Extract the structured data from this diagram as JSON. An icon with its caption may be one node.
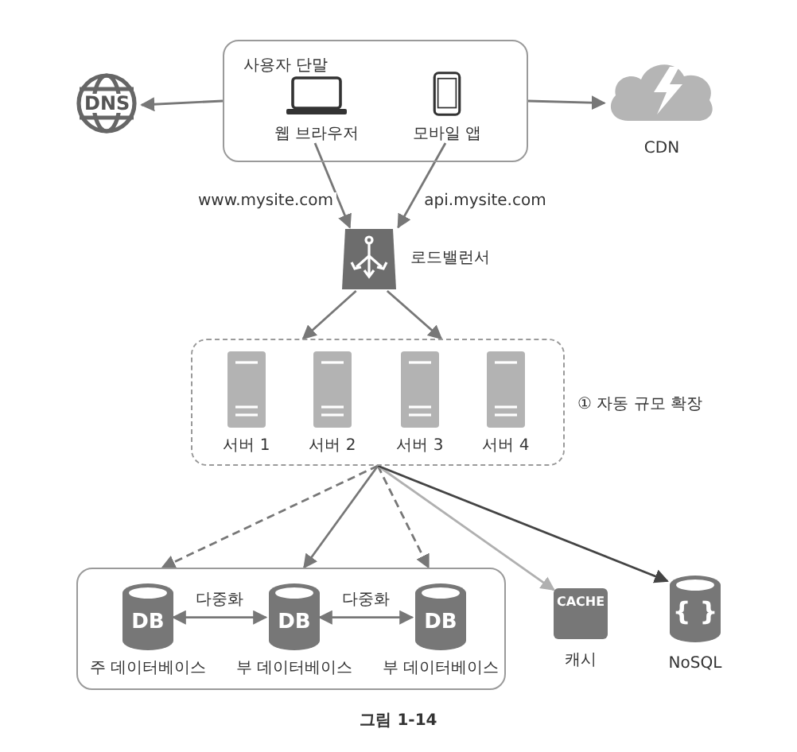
{
  "diagram": {
    "caption": "그림 1-14",
    "nodes": [
      {
        "text": [
          "사용자 단말"
        ]
      },
      {
        "text": [
          "웹 브라우저"
        ],
        "in": 0
      },
      {
        "text": [
          "모바일 앱"
        ],
        "in": 0
      },
      {
        "text": [
          "DNS"
        ]
      },
      {
        "text": [
          "CDN"
        ]
      },
      {
        "text": [
          "로드밸런서"
        ]
      },
      {
        "text": [],
        "shape": "box",
        "beside": [
          "① 자동 규모 확장"
        ]
      },
      {
        "text": [
          "서버 1"
        ],
        "in": 6
      },
      {
        "text": [
          "서버 2"
        ],
        "in": 6
      },
      {
        "text": [
          "서버 3"
        ],
        "in": 6
      },
      {
        "text": [
          "서버 4"
        ],
        "in": 6
      },
      {
        "text": [],
        "shape": "box"
      },
      {
        "text": [
          "DB",
          "주 데이터베이스"
        ],
        "in": 11
      },
      {
        "text": [
          "DB",
          "부 데이터베이스"
        ],
        "in": 11
      },
      {
        "text": [
          "DB",
          "부 데이터베이스"
        ],
        "in": 11
      },
      {
        "text": [
          "CACHE",
          "캐시"
        ]
      },
      {
        "text": [
          "{ }",
          "NoSQL"
        ]
      }
    ],
    "edges": [
      {
        "from": 0,
        "to": 3,
        "arrow": "to"
      },
      {
        "from": 0,
        "to": 4,
        "arrow": "to"
      },
      {
        "from": 1,
        "to": 5,
        "arrow": "to",
        "label": "www.mysite.com"
      },
      {
        "from": 2,
        "to": 5,
        "arrow": "to",
        "label": "api.mysite.com"
      },
      {
        "from": 5,
        "to": 6,
        "arrow": "to"
      },
      {
        "from": 5,
        "to": 6,
        "arrow": "to"
      },
      {
        "from": 6,
        "to": 11,
        "arrow": "to",
        "style": "dashed"
      },
      {
        "from": 6,
        "to": 11,
        "arrow": "to"
      },
      {
        "from": 6,
        "to": 11,
        "arrow": "to",
        "style": "dashed"
      },
      {
        "from": 6,
        "to": 15,
        "arrow": "to",
        "color": "#b0b0b0"
      },
      {
        "from": 6,
        "to": 16,
        "arrow": "to",
        "color": "#444444"
      },
      {
        "from": 12,
        "to": 13,
        "arrow": "both",
        "label": "다중화"
      },
      {
        "from": 13,
        "to": 14,
        "arrow": "both",
        "label": "다중화"
      }
    ]
  }
}
